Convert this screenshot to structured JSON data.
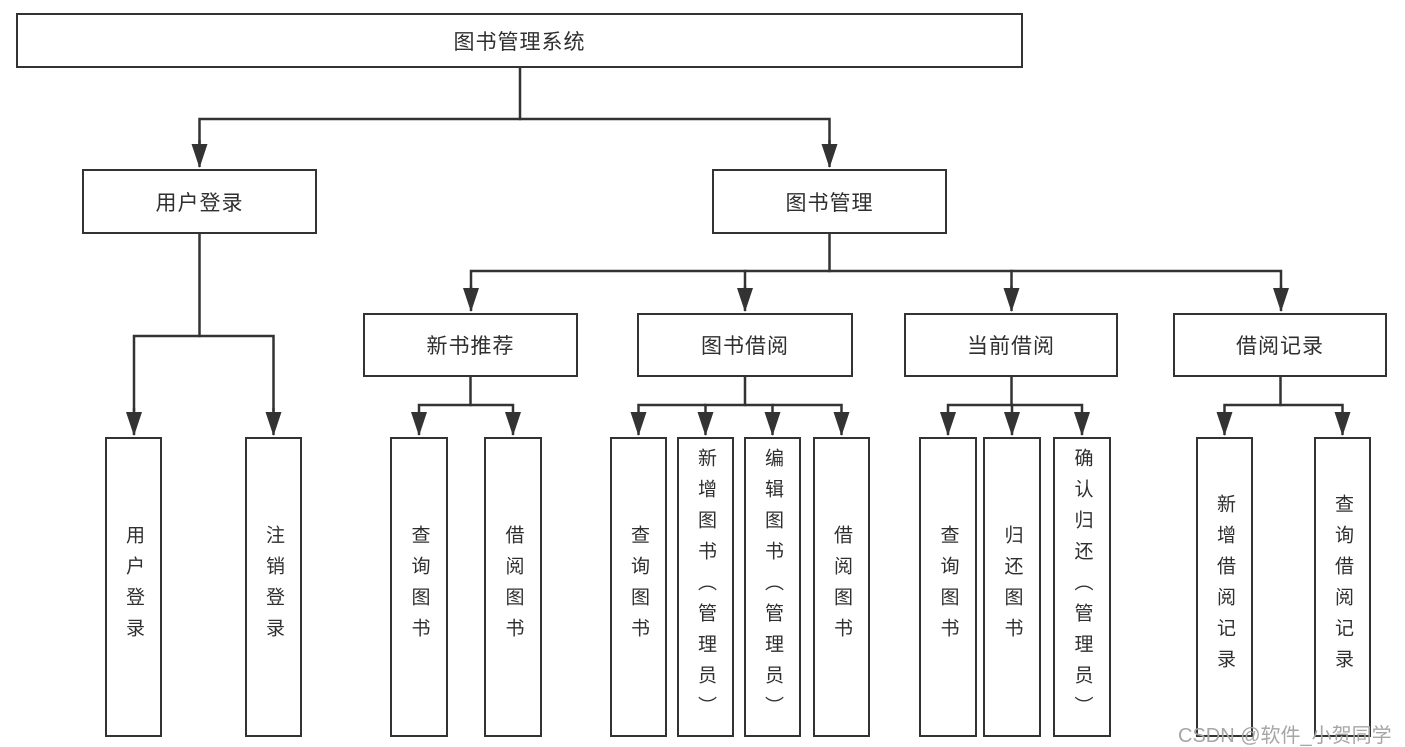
{
  "diagram": {
    "root": {
      "label": "图书管理系统"
    },
    "branches": [
      {
        "label": "用户登录",
        "leaves": [
          {
            "label": "用户登录"
          },
          {
            "label": "注销登录"
          }
        ]
      },
      {
        "label": "图书管理",
        "groups": [
          {
            "label": "新书推荐",
            "leaves": [
              {
                "label": "查询图书"
              },
              {
                "label": "借阅图书"
              }
            ]
          },
          {
            "label": "图书借阅",
            "leaves": [
              {
                "label": "查询图书"
              },
              {
                "label": "新增图书（管理员）"
              },
              {
                "label": "编辑图书（管理员）"
              },
              {
                "label": "借阅图书"
              }
            ]
          },
          {
            "label": "当前借阅",
            "leaves": [
              {
                "label": "查询图书"
              },
              {
                "label": "归还图书"
              },
              {
                "label": "确认归还（管理员）"
              }
            ]
          },
          {
            "label": "借阅记录",
            "leaves": [
              {
                "label": "新增借阅记录"
              },
              {
                "label": "查询借阅记录"
              }
            ]
          }
        ]
      }
    ]
  },
  "watermark": {
    "text": "CSDN @软件_小贺同学"
  },
  "colors": {
    "line": "#333333",
    "box_border": "#333333",
    "text": "#2f2f2f",
    "watermark": "#a6a6a6",
    "background": "#ffffff"
  }
}
